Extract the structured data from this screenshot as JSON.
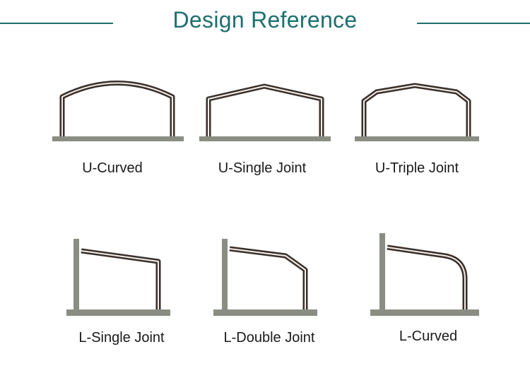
{
  "header": {
    "title": "Design Reference",
    "accent_color": "#1d6f6e"
  },
  "designs": [
    {
      "label": "U-Curved"
    },
    {
      "label": "U-Single Joint"
    },
    {
      "label": "U-Triple Joint"
    },
    {
      "label": "L-Single Joint"
    },
    {
      "label": "L-Double Joint"
    },
    {
      "label": "L-Curved"
    }
  ]
}
